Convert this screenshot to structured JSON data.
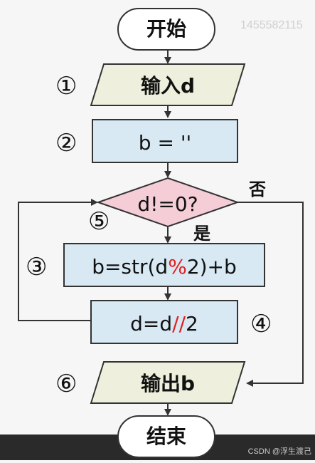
{
  "colors": {
    "background": "#f6f6f6",
    "bottom_band": "#2a2a2a",
    "io_fill": "#eef0dd",
    "process_fill": "#d8e9f4",
    "decision_fill": "#f4cdd6",
    "terminal_fill": "#ffffff",
    "stroke": "#333333",
    "operator_highlight": "#e02020",
    "watermark": "#d0d0d0"
  },
  "watermark_top": "1455582115",
  "watermark_bottom": "CSDN @浮生渡己",
  "nodes": {
    "start": "开始",
    "input": "输入d",
    "init": "b = ''",
    "condition": "d!=0?",
    "update_b": {
      "pre": "b=str(d",
      "op": "%",
      "post": "2)+b"
    },
    "update_d": {
      "pre": "d=d",
      "op": "//",
      "post": "2"
    },
    "output": "输出b",
    "end": "结束"
  },
  "branch_labels": {
    "yes": "是",
    "no": "否"
  },
  "step_markers": [
    "①",
    "②",
    "③",
    "④",
    "⑤",
    "⑥"
  ]
}
